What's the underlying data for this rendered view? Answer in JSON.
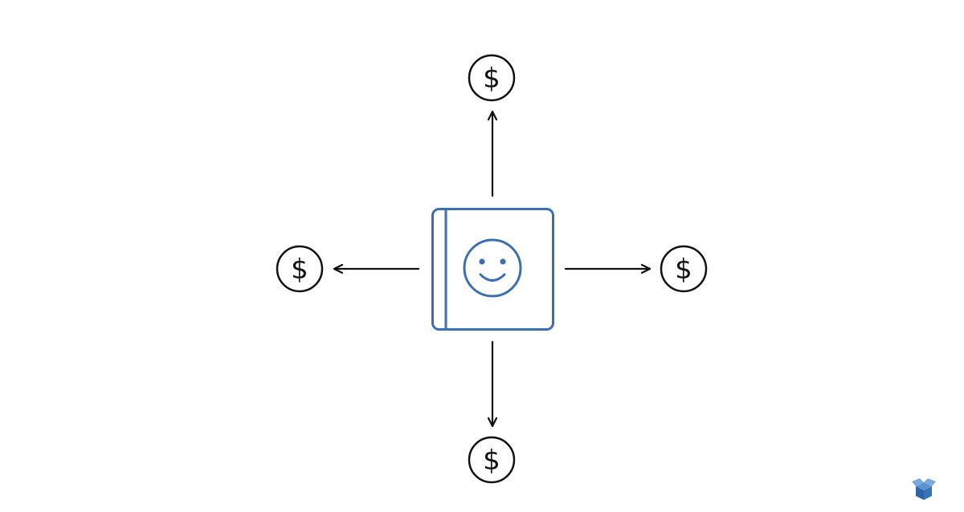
{
  "colors": {
    "background": "#ffffff",
    "ink": "#111111",
    "book": "#3b6fb1",
    "logo": "#3a74b8"
  },
  "diagram": {
    "center_icon": "smiley-book-icon",
    "nodes": [
      {
        "name": "dollar-coin-top",
        "icon": "dollar-coin-icon",
        "symbol": "$"
      },
      {
        "name": "dollar-coin-left",
        "icon": "dollar-coin-icon",
        "symbol": "$"
      },
      {
        "name": "dollar-coin-right",
        "icon": "dollar-coin-icon",
        "symbol": "$"
      },
      {
        "name": "dollar-coin-bottom",
        "icon": "dollar-coin-icon",
        "symbol": "$"
      }
    ],
    "arrows": [
      "up",
      "left",
      "right",
      "down"
    ]
  },
  "watermark": {
    "icon": "box-logo-icon"
  }
}
